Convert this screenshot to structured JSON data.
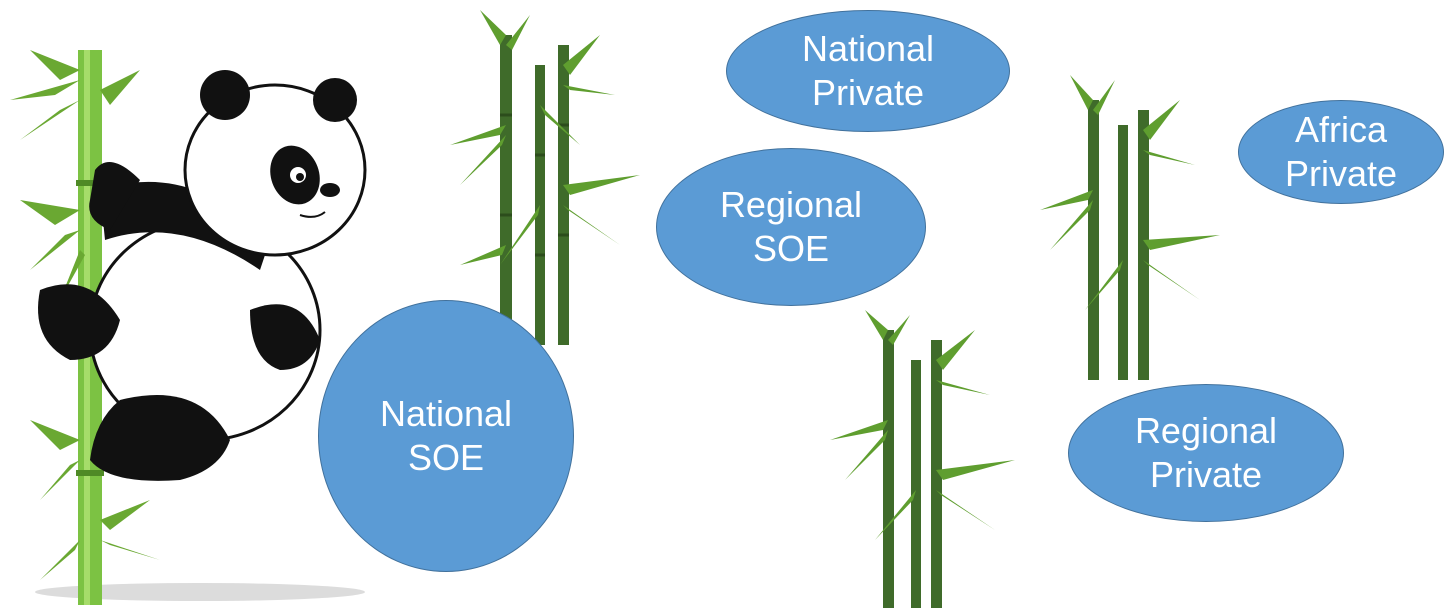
{
  "shapes": {
    "national_private": "National\nPrivate",
    "regional_soe": "Regional\nSOE",
    "africa_private": "Africa\nPrivate",
    "national_soe": "National\nSOE",
    "regional_private": "Regional\nPrivate"
  },
  "colors": {
    "ellipse_fill": "#5b9bd5",
    "ellipse_border": "#41719c",
    "ellipse_text": "#ffffff",
    "bamboo_stem": "#3f6b2a",
    "bamboo_leaf": "#5f9e2f",
    "panda_black": "#111111",
    "panda_white": "#ffffff"
  },
  "icons": [
    "panda-illustration",
    "bamboo-cluster"
  ]
}
